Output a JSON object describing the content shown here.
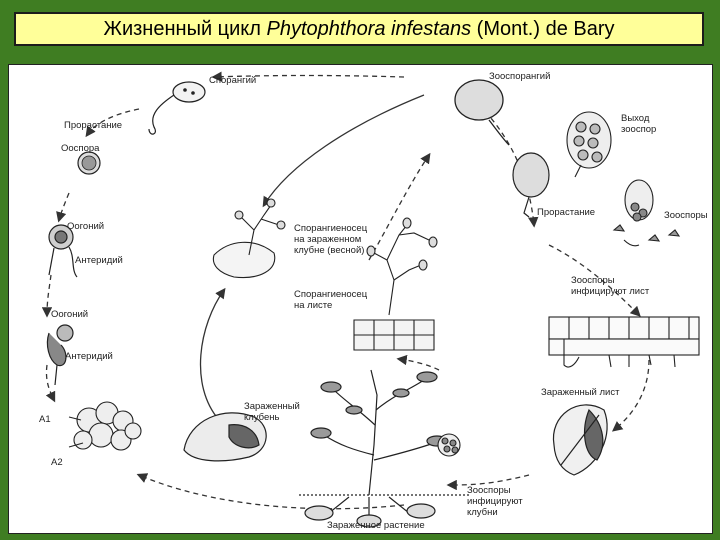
{
  "title": {
    "prefix": "Жизненный цикл",
    "species": "Phytophthora infestans",
    "suffix": "(Mont.) de Bary"
  },
  "labels": {
    "sporangium": "Спорангий",
    "germination_left": "Прорастание",
    "oospore": "Ооспора",
    "oogonium_1": "Оогоний",
    "antheridium_1": "Антеридий",
    "oogonium_2": "Оогоний",
    "antheridium_2": "Антеридий",
    "a1": "А1",
    "a2": "А2",
    "zoosporangium": "Зооспорангий",
    "zoospore_release_1": "Выход",
    "zoospore_release_2": "зооспор",
    "germination_right": "Прорастание",
    "zoospores": "Зооспоры",
    "zoospores_leaf_1": "Зооспоры",
    "zoospores_leaf_2": "инфицируют лист",
    "infected_leaf": "Зараженный лист",
    "sporangiophore_tuber_1": "Спорангиеносец",
    "sporangiophore_tuber_2": "на зараженном",
    "sporangiophore_tuber_3": "клубне (весной)",
    "sporangiophore_leaf_1": "Спорангиеносец",
    "sporangiophore_leaf_2": "на листе",
    "infected_tuber_1": "Зараженный",
    "infected_tuber_2": "клубень",
    "zoospores_tubers_1": "Зооспоры",
    "zoospores_tubers_2": "инфицируют",
    "zoospores_tubers_3": "клубни",
    "infected_plant": "Зараженное растение"
  }
}
